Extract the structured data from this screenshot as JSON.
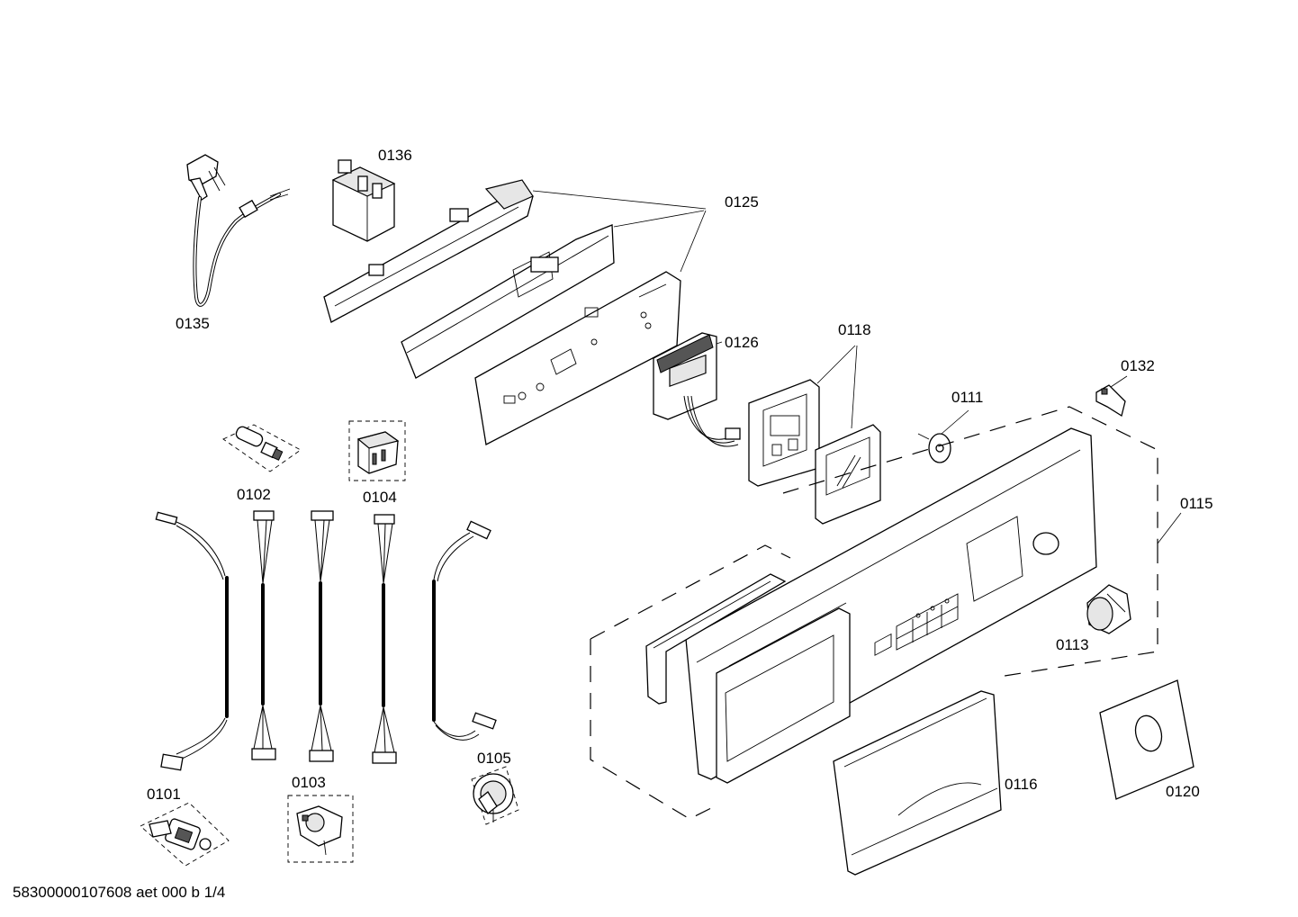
{
  "labels": {
    "p0101": "0101",
    "p0102": "0102",
    "p0103": "0103",
    "p0104": "0104",
    "p0105": "0105",
    "p0111": "0111",
    "p0113": "0113",
    "p0115": "0115",
    "p0116": "0116",
    "p0118": "0118",
    "p0120": "0120",
    "p0125": "0125",
    "p0126": "0126",
    "p0132": "0132",
    "p0135": "0135",
    "p0136": "0136"
  },
  "footer": "58300000107608 aet 000 b 1/4"
}
